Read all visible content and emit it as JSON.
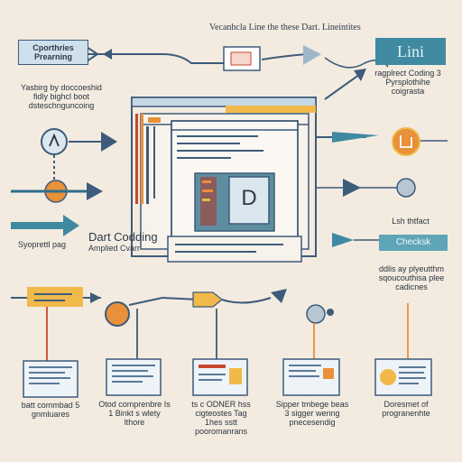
{
  "header": {
    "title": "Vecanhcla Line the these Dart. Lineintites"
  },
  "top_left": {
    "box_line1": "Cporthries",
    "box_line2": "Prearning",
    "caption": "Yasbirg by doccoeshid fidly bighcl boot dsteschnguncoing"
  },
  "top_right": {
    "logo_text": "Lini",
    "caption": "ragplrect Coding 3 Pyrsplothihe coigrasta"
  },
  "center": {
    "d_label": "D",
    "dart_title": "Dart Codding",
    "dart_sub": "Amplied Cvarr"
  },
  "left_mid": {
    "caption": "Syoprettl pag"
  },
  "right_mid": {
    "caption_top": "Lsh thtfact",
    "box_label": "Checksk",
    "caption_bottom": "ddlis ay plyeutthm sqoucouthisa plee cadicnes"
  },
  "bottom_cards": [
    {
      "caption": "batt commbad 5 gnmluares"
    },
    {
      "caption": "Otod comprenbre Is 1 Binkt s wlety lthore"
    },
    {
      "caption": "ts c ODNER hss cigteostes Tag 1hes sstt pooromanrans"
    },
    {
      "caption": "Sipper tmbege beas 3 sigger wenng pnecesendig"
    },
    {
      "caption": "Doresmet of progranenhte"
    }
  ],
  "colors": {
    "background": "#f3ebe0",
    "navy": "#3d5b7a",
    "teal": "#3f8aa1",
    "orange": "#e8903a",
    "red": "#c9472e",
    "yellow": "#f0b94a"
  }
}
